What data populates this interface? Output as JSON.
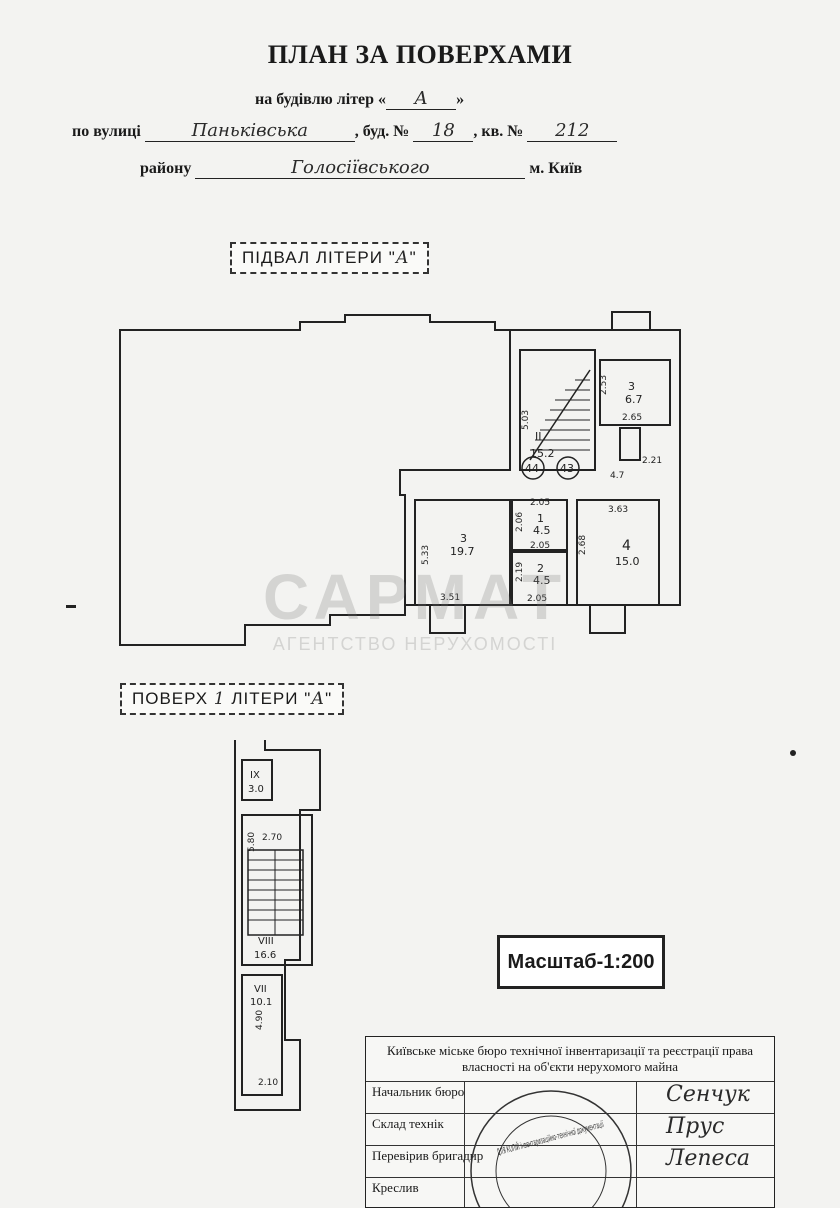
{
  "header": {
    "title": "ПЛАН ЗА ПОВЕРХАМИ",
    "building_prefix": "на будівлю літер «",
    "building_letter": "А",
    "building_suffix": "»",
    "street_label": "по вулиці",
    "street_value": "Паньківська",
    "house_label": ", буд. №",
    "house_value": "18",
    "apt_label": ", кв. №",
    "apt_value": "212",
    "district_label": "району",
    "district_value": "Голосіївського",
    "city": "м. Київ"
  },
  "basement": {
    "label_prefix": "ПІДВАЛ ЛІТЕРИ \"",
    "label_letter": "А",
    "label_suffix": "\"",
    "rooms": [
      {
        "num": "3",
        "area": "6.7"
      },
      {
        "num": "II",
        "area": "15.2"
      },
      {
        "num": "3",
        "area": "19.7"
      },
      {
        "num": "1",
        "area": "4.5"
      },
      {
        "num": "2",
        "area": "4.5"
      },
      {
        "num": "4",
        "area": "15.0"
      }
    ],
    "dims": [
      "2.53",
      "2.65",
      "5.03",
      "2.21",
      "4.7",
      "2.05",
      "2.06",
      "2.05",
      "2.19",
      "2.05",
      "3.63",
      "2.68",
      "5.33",
      "3.51"
    ],
    "circles": [
      "44",
      "43"
    ]
  },
  "floor1": {
    "label_prefix": "ПОВЕРХ ",
    "label_num": "1",
    "label_mid": " ЛІТЕРИ \"",
    "label_letter": "А",
    "label_suffix": "\"",
    "rooms": [
      {
        "num": "IX",
        "area": "3.0"
      },
      {
        "num": "VIII",
        "area": "16.6"
      },
      {
        "num": "VII",
        "area": "10.1"
      }
    ],
    "dims": [
      "2.70",
      "5.80",
      "4.90",
      "2.10"
    ]
  },
  "scale": "Масштаб-1:200",
  "stamp": {
    "org": "Київське міське бюро технічної інвентаризації та реєстрації права власності на об'єкти нерухомого майна",
    "rows": [
      {
        "label": "Начальник бюро",
        "sig": "Сенчук"
      },
      {
        "label": "Склад технік",
        "sig": "Прус"
      },
      {
        "label": "Перевірив бригадир",
        "sig": "Лепеса"
      },
      {
        "label": "Креслив",
        "sig": ""
      }
    ],
    "seal_text": "ДЛЯ КОПІЙ інвентаризаційно-технічної документації"
  },
  "watermark": {
    "top": "САРМАТ",
    "bottom": "АГЕНТСТВО НЕРУХОМОСТІ"
  }
}
